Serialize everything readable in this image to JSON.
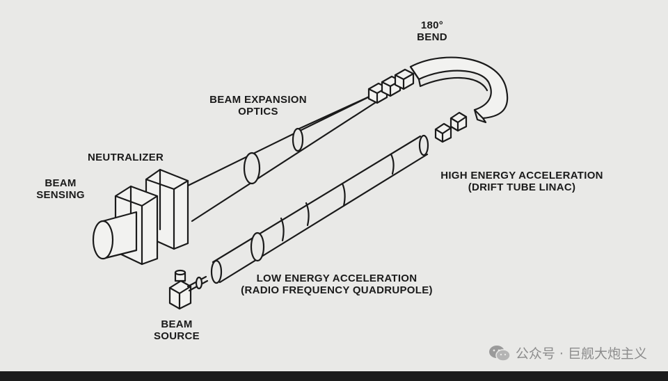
{
  "labels": {
    "bend": [
      "180°",
      "BEND"
    ],
    "beam_expansion": [
      "BEAM EXPANSION",
      "OPTICS"
    ],
    "neutralizer": "NEUTRALIZER",
    "beam_sensing": [
      "BEAM",
      "SENSING"
    ],
    "high_energy": [
      "HIGH ENERGY ACCELERATION",
      "(DRIFT TUBE LINAC)"
    ],
    "low_energy": [
      "LOW ENERGY ACCELERATION",
      "(RADIO FREQUENCY  QUADRUPOLE)"
    ],
    "beam_source": [
      "BEAM",
      "SOURCE"
    ]
  },
  "watermark": {
    "text": "公众号 · 巨舰大炮主义",
    "icon": "wechat-icon"
  },
  "colors": {
    "ink": "#1a1a1a",
    "paper": "#e9e9e7",
    "watermark": "#8c8c8c"
  }
}
